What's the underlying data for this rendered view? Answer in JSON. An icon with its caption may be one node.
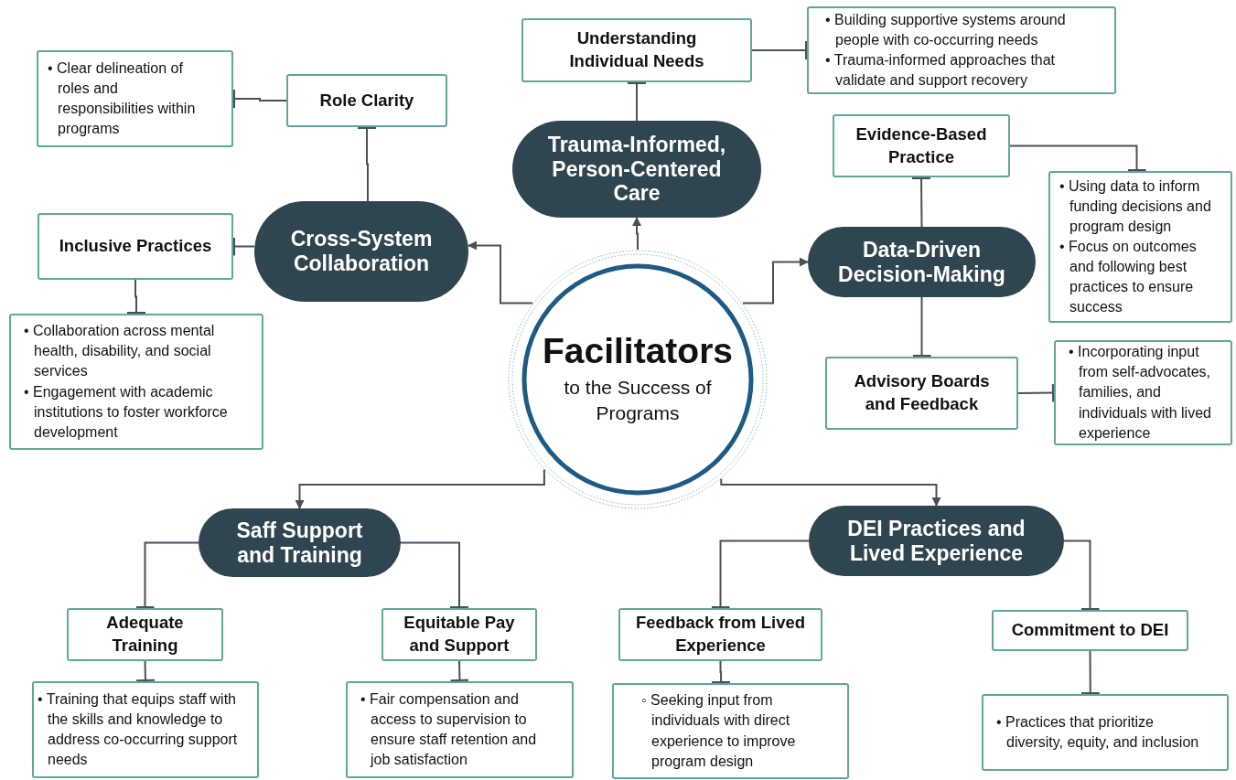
{
  "diagram": {
    "nodes": [
      {
        "text": [
          "Facilitators",
          "to the Success of Programs"
        ]
      },
      {
        "text": [
          "Trauma-Informed, Person-Centered Care"
        ]
      },
      {
        "text": [
          "Understanding Individual Needs"
        ]
      },
      {
        "text": [
          "• Building supportive systems around people with co-occurring needs",
          "• Trauma-informed approaches that validate and support recovery"
        ]
      },
      {
        "text": [
          "Cross-System Collaboration"
        ]
      },
      {
        "text": [
          "Role Clarity"
        ]
      },
      {
        "text": [
          "• Clear delineation of roles and responsibilities within programs"
        ]
      },
      {
        "text": [
          "Inclusive Practices"
        ]
      },
      {
        "text": [
          "• Collaboration across mental health, disability, and social services",
          "• Engagement with academic institutions to foster workforce development"
        ]
      },
      {
        "text": [
          "Data-Driven Decision-Making"
        ]
      },
      {
        "text": [
          "Evidence-Based Practice"
        ]
      },
      {
        "text": [
          "• Using data to inform funding decisions and program design",
          "• Focus on outcomes and following best practices to ensure success"
        ]
      },
      {
        "text": [
          "Advisory Boards and Feedback"
        ]
      },
      {
        "text": [
          "• Incorporating input from self-advocates, families, and individuals with lived experience"
        ]
      },
      {
        "text": [
          "Saff Support and Training"
        ]
      },
      {
        "text": [
          "Adequate Training"
        ]
      },
      {
        "text": [
          "• Training that equips staff with the skills and knowledge to address co-occurring support needs"
        ]
      },
      {
        "text": [
          "Equitable Pay and Support"
        ]
      },
      {
        "text": [
          "• Fair compensation and access to supervision to ensure staff retention and job satisfaction"
        ]
      },
      {
        "text": [
          "DEI Practices and Lived Experience"
        ]
      },
      {
        "text": [
          "Feedback from Lived Experience"
        ]
      },
      {
        "text": [
          "◦ Seeking input from individuals with direct experience to improve program design"
        ]
      },
      {
        "text": [
          "Commitment to DEI"
        ]
      },
      {
        "text": [
          "• Practices that prioritize diversity, equity, and inclusion"
        ]
      }
    ],
    "edges": [
      {
        "from": 0,
        "to": 1,
        "arrow": "to"
      },
      {
        "from": 0,
        "to": 4,
        "arrow": "to"
      },
      {
        "from": 0,
        "to": 9,
        "arrow": "to"
      },
      {
        "from": 0,
        "to": 14,
        "arrow": "to"
      },
      {
        "from": 0,
        "to": 19,
        "arrow": "to"
      },
      {
        "from": 1,
        "to": 2,
        "arrow": "other"
      },
      {
        "from": 4,
        "to": 5,
        "arrow": "other"
      },
      {
        "from": 4,
        "to": 7,
        "arrow": "other"
      },
      {
        "from": 9,
        "to": 10,
        "arrow": "other"
      },
      {
        "from": 9,
        "to": 12,
        "arrow": "other"
      },
      {
        "from": 14,
        "to": 15,
        "arrow": "other"
      },
      {
        "from": 14,
        "to": 17,
        "arrow": "other"
      },
      {
        "from": 19,
        "to": 20,
        "arrow": "other"
      },
      {
        "from": 19,
        "to": 22,
        "arrow": "other"
      },
      {
        "from": 2,
        "to": 3,
        "arrow": "other"
      },
      {
        "from": 5,
        "to": 6,
        "arrow": "other"
      },
      {
        "from": 7,
        "to": 8,
        "arrow": "other"
      },
      {
        "from": 10,
        "to": 11,
        "arrow": "other"
      },
      {
        "from": 12,
        "to": 13,
        "arrow": "other"
      },
      {
        "from": 15,
        "to": 16,
        "arrow": "other"
      },
      {
        "from": 17,
        "to": 18,
        "arrow": "other"
      },
      {
        "from": 20,
        "to": 21,
        "arrow": "other"
      },
      {
        "from": 22,
        "to": 23,
        "arrow": "other"
      }
    ]
  }
}
